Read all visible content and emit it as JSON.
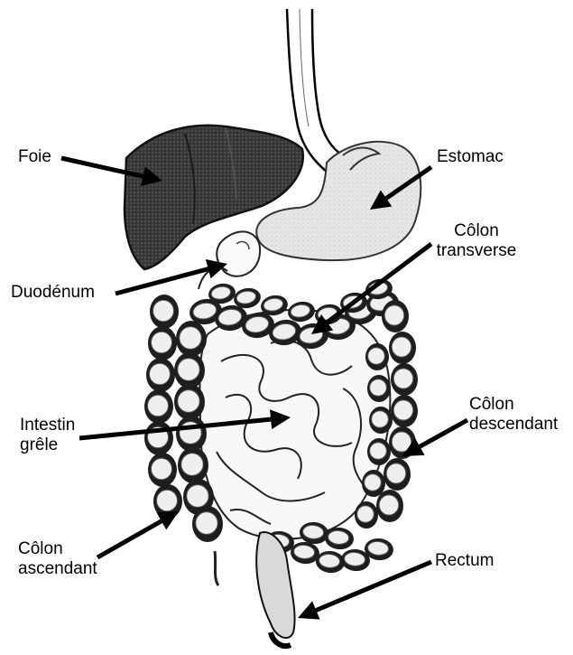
{
  "labels": {
    "foie": "Foie",
    "estomac": "Estomac",
    "colon_transverse": [
      "Côlon",
      "transverse"
    ],
    "duodenum": "Duodénum",
    "intestin_grele": [
      "Intestin",
      "grêle"
    ],
    "colon_descendant": [
      "Côlon",
      "descendant"
    ],
    "colon_ascendant": [
      "Côlon",
      "ascendant"
    ],
    "rectum": "Rectum"
  },
  "colors": {
    "ink": "#000000",
    "liver": "#3f3f3f",
    "stomach": "#e2e2e2",
    "colon_wall": "#1e1e1e",
    "colon_pocket": "#efefef",
    "intestine": "#f8f8f8"
  }
}
